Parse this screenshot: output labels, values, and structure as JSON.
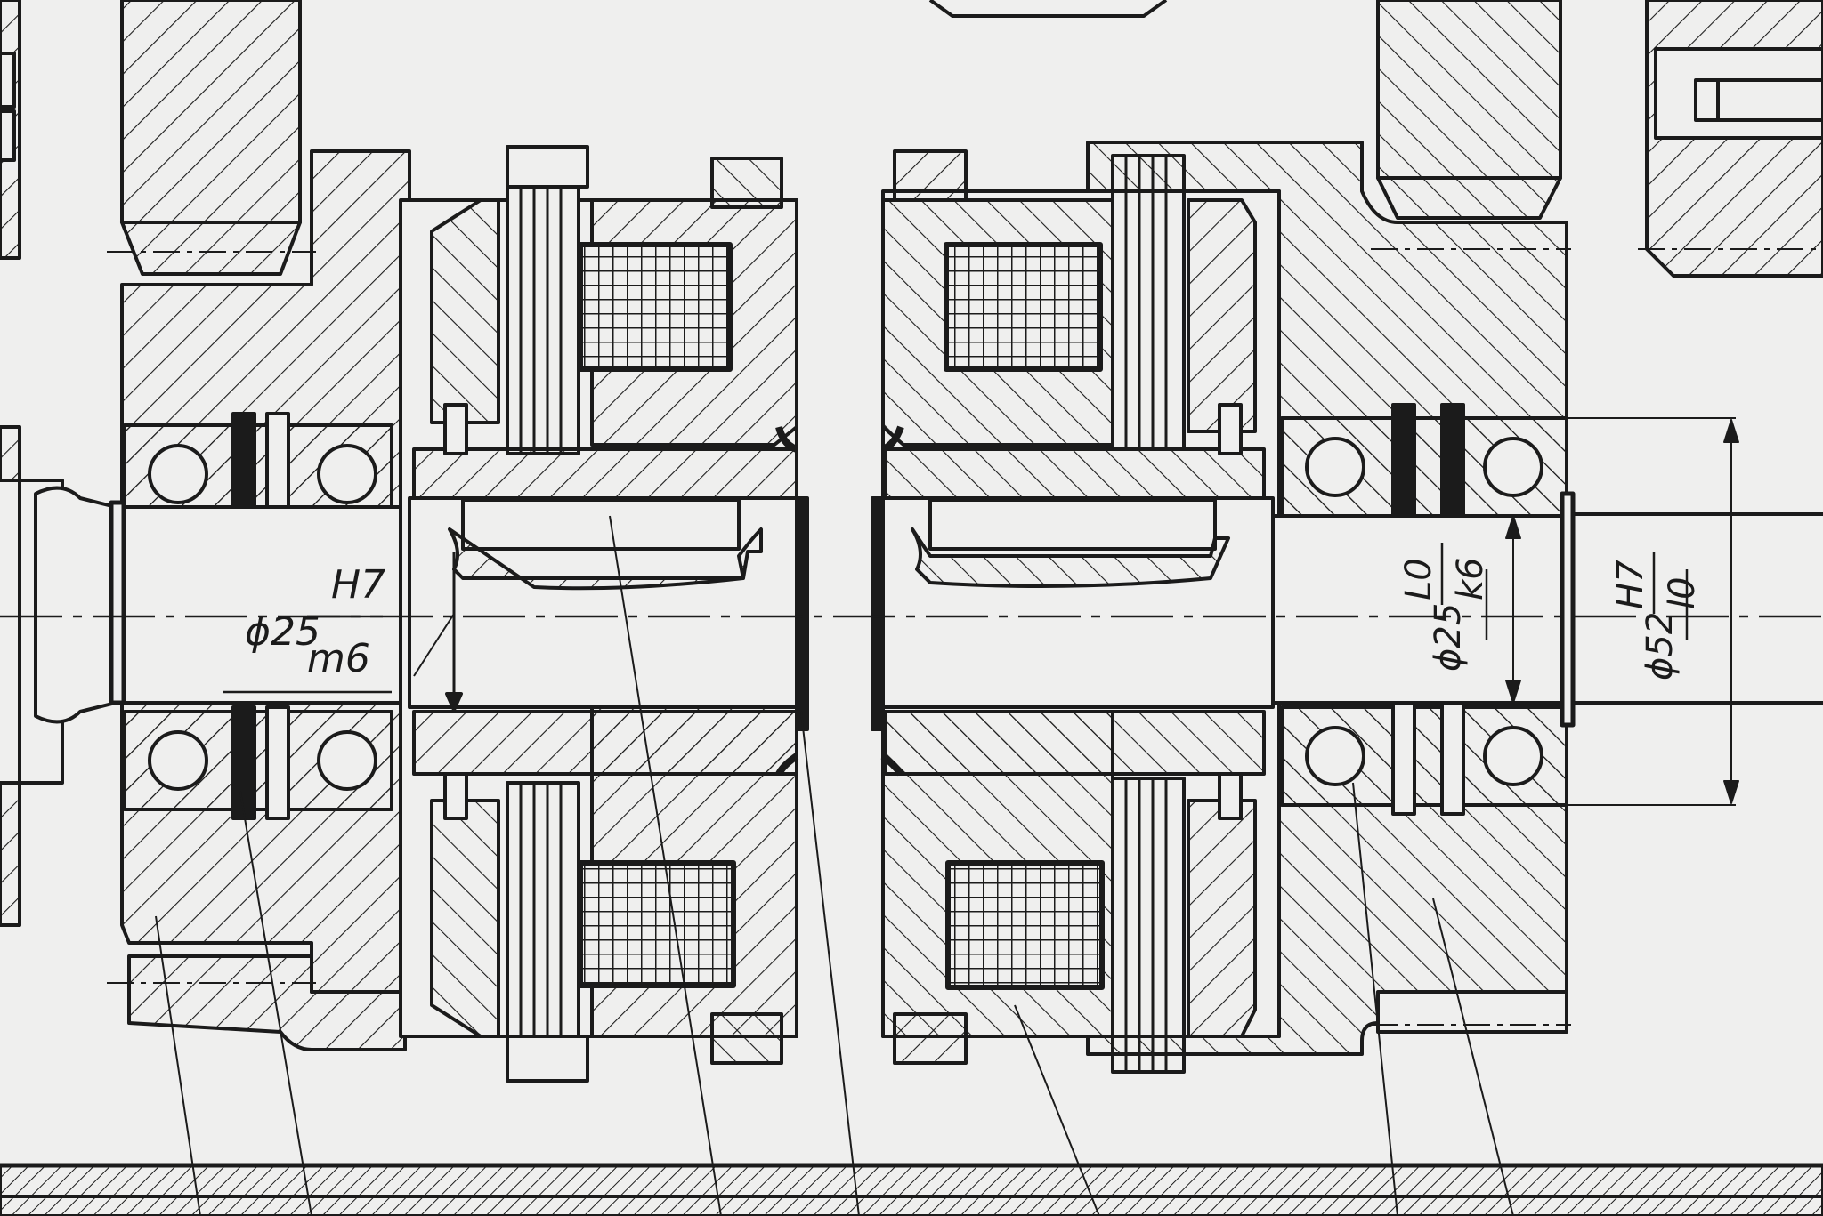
{
  "fits": {
    "left_shaft": {
      "diameter": "ϕ25",
      "upper": "H7",
      "lower": "m6"
    },
    "right_shaft": {
      "diameter": "ϕ25",
      "upper": "L0",
      "lower": "k6"
    },
    "housing": {
      "diameter": "ϕ52",
      "upper": "H7",
      "lower": "l0"
    }
  },
  "colors": {
    "paper": "#efefee",
    "ink": "#1b1b1b"
  }
}
